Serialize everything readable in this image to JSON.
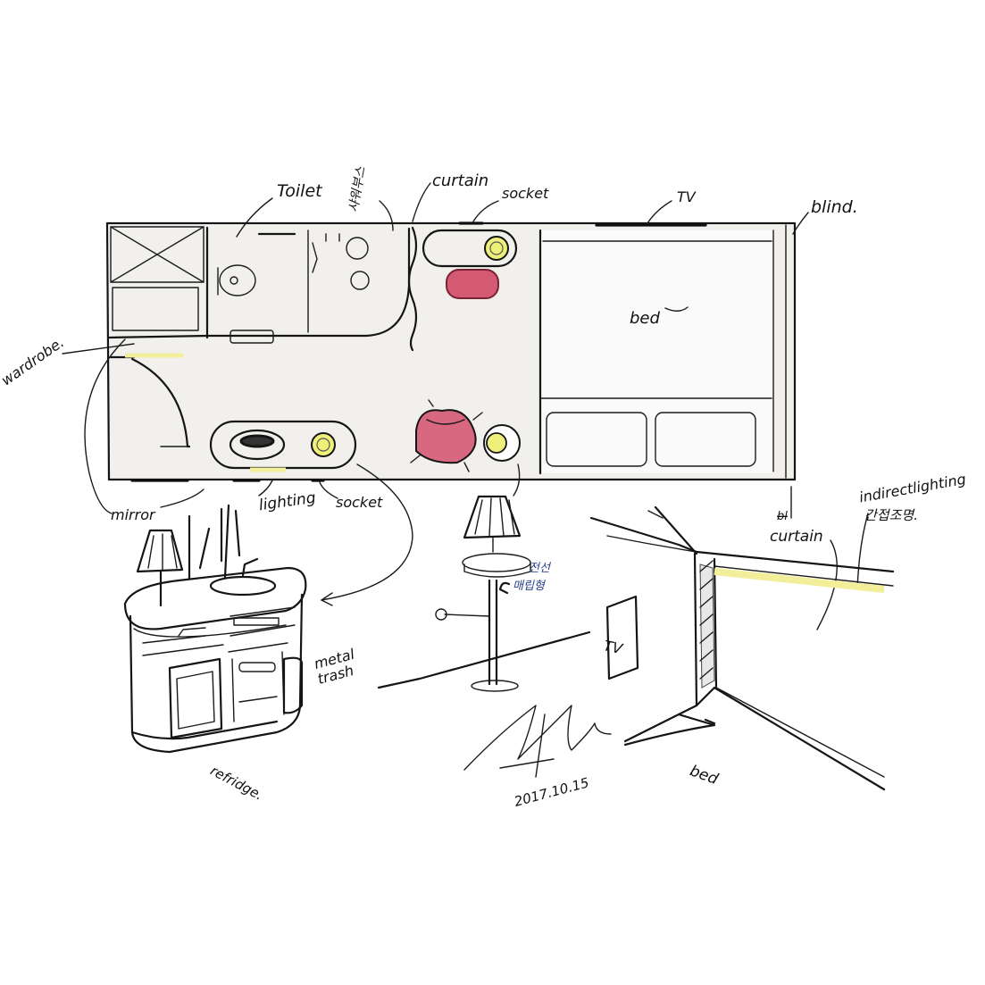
{
  "labels": {
    "toilet": "Toilet",
    "washroom_korean": "샤워부스",
    "curtain_top": "curtain",
    "socket_top": "socket",
    "tv_top": "TV",
    "blind": "blind.",
    "bed_plan": "bed",
    "wardrobe": "wardrobe.",
    "mirror": "mirror",
    "lighting": "lighting",
    "socket_bottom": "socket",
    "curtain_bottom": "curtain",
    "curtain_struck": "bl",
    "indirect_lighting": "indirectlighting",
    "indirect_lighting_korean": "간접조명.",
    "lamp_note_line1": "전선",
    "lamp_note_line2": "매립형",
    "tv_perspective": "TV",
    "metal_trash": "metal",
    "metal_trash_2": "trash",
    "refridge": "refridge.",
    "bed_perspective": "bed",
    "date": "2017.10.15"
  },
  "colors": {
    "ink": "#151515",
    "floor_fill": "#f1f0ec",
    "yellow_light": "#f3ee9a",
    "lamp_yellow": "#eef07a",
    "stool_pink": "#d35a72",
    "chair_pink": "#d8687f",
    "blue_ink": "#2a3f8c"
  },
  "icons": {
    "lamp": "table-lamp-icon",
    "armchair": "armchair-icon",
    "sink": "sink-icon",
    "toilet": "toilet-icon"
  }
}
